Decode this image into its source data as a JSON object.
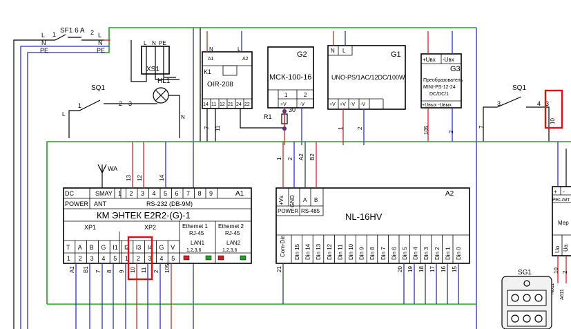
{
  "top_labels": {
    "sf1": "SF1 6 A",
    "sf1_pin1": "1",
    "sf1_pin2": "2",
    "l1": "L",
    "n1": "N",
    "pe1": "PE",
    "l2": "L",
    "n2": "N",
    "pe2": "PE",
    "xs1": "XS1",
    "xs1_l": "L",
    "xs1_n": "N",
    "xs1_pe": "PE",
    "hl1": "HL1",
    "sq1_left": "SQ1",
    "sq1_left_pin1": "1",
    "sq1_left_pin2": "2",
    "sq1_left_pin3": "3",
    "wire_l": "L",
    "wire_n": "N",
    "sq1_right": "SQ1",
    "sq1_right_pin3": "3",
    "sq1_right_pin4": "4",
    "sq1_right_pin3b": "3",
    "wire_10": "10",
    "wire_7": "7",
    "oir_a1": "A1",
    "oir_a2": "A2",
    "oir_n": "N",
    "oir_l": "L",
    "oir_k1": "K1",
    "oir_name": "OIR-208",
    "oir_pins": [
      "14",
      "11",
      "12",
      "21",
      "24",
      "22"
    ],
    "w_7a": "7",
    "w_11": "11",
    "r1": "R1",
    "r1_30": "30",
    "g2": "G2",
    "g2_name": "МСК-100-16",
    "g2_pin1": "1",
    "g2_pin2": "2",
    "g2_pv": "+V",
    "g2_mv": "-V",
    "w_1a": "1",
    "w_2a": "2",
    "g1": "G1",
    "g1_n": "N",
    "g1_l": "L",
    "g1_name": "UNO-PS/1AC/12DC/100W",
    "g1_pins": [
      "+V",
      "+V",
      "-V",
      "-V"
    ],
    "w_1b": "1",
    "w_2b": "2",
    "g3": "G3",
    "g3_uin_p": "+Uвх",
    "g3_uin_m": "-Uвх",
    "g3_l1": "Преобразователь",
    "g3_l2": "MINI-PS-12-24",
    "g3_l3": "DC/DC/1",
    "g3_uout": "+Uвых -Uвых",
    "w_105": "105",
    "w_2c": "2"
  },
  "a1": {
    "ref": "A1",
    "wa": "WA",
    "dc": "DC",
    "smay": "SMAY",
    "top_pins": [
      "1",
      "2",
      "3",
      "4",
      "5",
      "6",
      "7",
      "8",
      "9"
    ],
    "power": "POWER",
    "ant": "ANT",
    "rs232": "RS-232 (DB-9M)",
    "name": "КМ ЭНТЕК Е2R2-(G)-1",
    "xp1": "XP1",
    "xp2": "XP2",
    "eth1": "Ethernet 1",
    "eth2": "Ethernet 2",
    "rj45a": "RJ-45",
    "rj45b": "RJ-45",
    "lan1": "LAN1",
    "lan2": "LAN2",
    "lan_pins": "1,2,3,6",
    "sig": [
      "T",
      "A",
      "B",
      "G",
      "I1",
      "I2",
      "I3",
      "I4",
      "G",
      "V"
    ],
    "num": [
      "1",
      "2",
      "3",
      "4",
      "5",
      "1",
      "2",
      "3",
      "4",
      "5"
    ],
    "wires_top": [
      "13",
      "12",
      "14"
    ],
    "wires_bottom": [
      "A1",
      "B1",
      "7",
      "8",
      "9",
      "10",
      "11",
      "2",
      "105"
    ]
  },
  "a2": {
    "ref": "A2",
    "name": "NL-16HV",
    "vs": "+Vs",
    "gnd": "GND",
    "a": "A",
    "b": "B",
    "power": "POWER",
    "rs485": "RS-485",
    "top_wires": [
      "1",
      "2",
      "A2",
      "B2"
    ],
    "com": "Com-Din",
    "din": [
      "Din 15",
      "Din 14",
      "Din 13",
      "Din 12",
      "Din 11",
      "Din 10",
      "Din 9",
      "Din 8",
      "Din 7",
      "Din 6",
      "Din 5",
      "Din 4",
      "Din 3",
      "Din 2",
      "Din 1",
      "Din 0"
    ],
    "bottom_wires": [
      "21",
      "20",
      "19",
      "18",
      "17",
      "16",
      "15"
    ]
  },
  "right_side": {
    "plus": "+",
    "minus": "-",
    "res": "Рес.лит",
    "mer": "Мер",
    "uo": "Uo",
    "ua": "Ua",
    "w10": "10",
    "w2": "2",
    "n611": "N611",
    "a611": "A611",
    "sg1": "SG1"
  }
}
